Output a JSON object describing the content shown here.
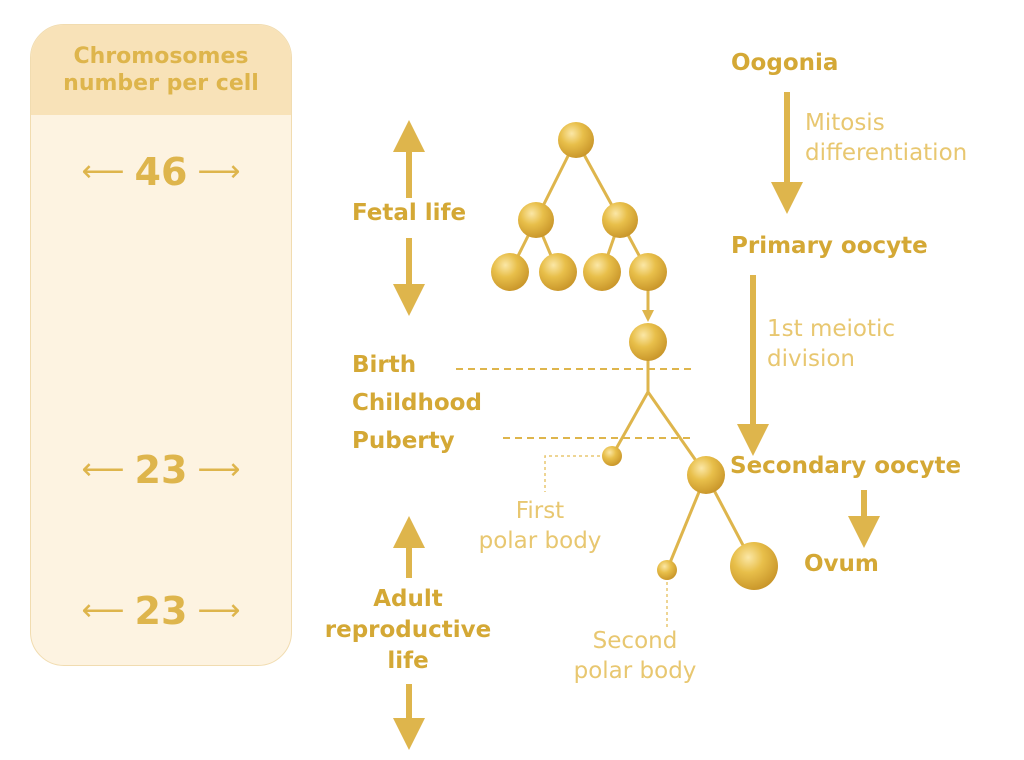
{
  "panel": {
    "title_line1": "Chromosomes",
    "title_line2": "number per cell",
    "rows": [
      {
        "number": "46"
      },
      {
        "number": "23"
      },
      {
        "number": "23"
      }
    ],
    "arrow_left_glyph": "⟵",
    "arrow_right_glyph": "⟶"
  },
  "life_stages": {
    "fetal": "Fetal life",
    "birth": "Birth",
    "childhood": "Childhood",
    "puberty": "Puberty",
    "adult_line1": "Adult",
    "adult_line2": "reproductive",
    "adult_line3": "life"
  },
  "cells": {
    "oogonia": "Oogonia",
    "mitosis_line1": "Mitosis",
    "mitosis_line2": "differentiation",
    "primary": "Primary oocyte",
    "meiotic_line1": "1st meiotic",
    "meiotic_line2": "division",
    "secondary": "Secondary oocyte",
    "ovum": "Ovum",
    "first_polar_line1": "First",
    "first_polar_line2": "polar body",
    "second_polar_line1": "Second",
    "second_polar_line2": "polar body"
  },
  "colors": {
    "gold": "#deb54c",
    "panel_bg": "#fdf3e1",
    "panel_head": "#f8e2b8",
    "light_text": "#e8c770"
  }
}
